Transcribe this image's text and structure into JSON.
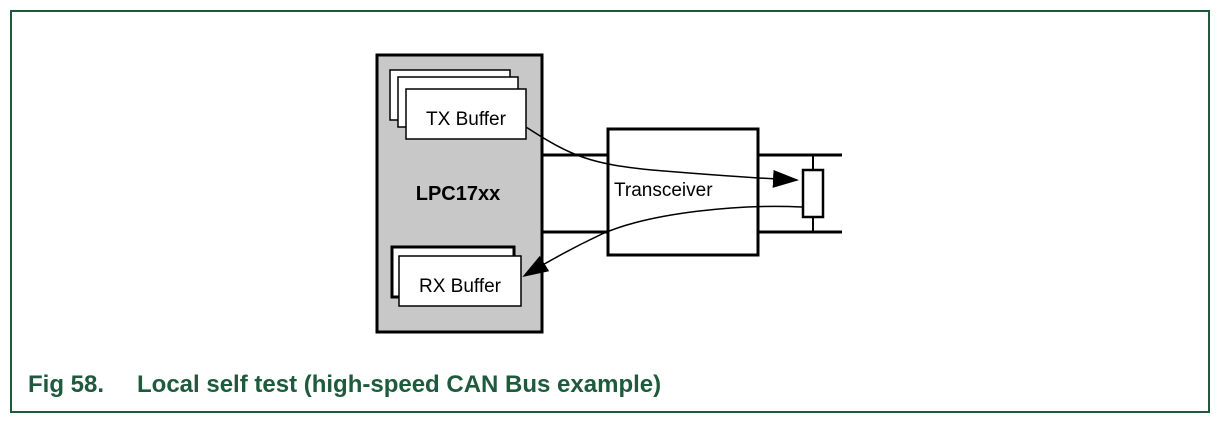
{
  "figure": {
    "number": "Fig 58.",
    "caption": "Local self test (high-speed CAN Bus example)"
  },
  "diagram": {
    "chip_label": "LPC17xx",
    "tx_buffer_label": "TX Buffer",
    "rx_buffer_label": "RX Buffer",
    "transceiver_label": "Transceiver"
  },
  "colors": {
    "frame_border": "#1e5a3c",
    "caption_text": "#1e5a3c",
    "chip_fill": "#c8c8c8",
    "line": "#000000"
  }
}
